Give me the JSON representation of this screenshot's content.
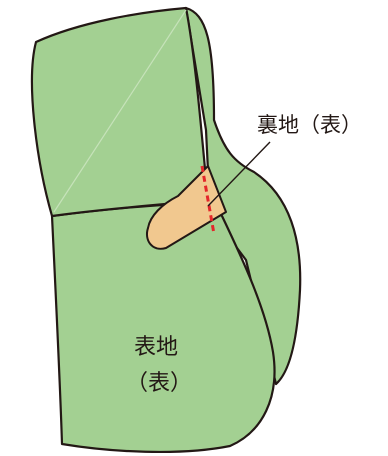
{
  "diagram": {
    "lining_label": "裏地（表）",
    "outer_label_line1": "表地",
    "outer_label_line2": "（表）",
    "colors": {
      "fabric_outer": "#a3d092",
      "tab": "#f1c88f",
      "outline": "#231815",
      "stitch": "#e4262a",
      "background": "#ffffff"
    }
  }
}
